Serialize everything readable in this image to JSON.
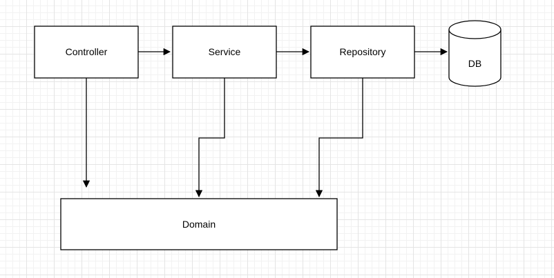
{
  "diagram": {
    "nodes": {
      "controller": "Controller",
      "service": "Service",
      "repository": "Repository",
      "db": "DB",
      "domain": "Domain"
    },
    "edges": [
      {
        "from": "Controller",
        "to": "Service"
      },
      {
        "from": "Service",
        "to": "Repository"
      },
      {
        "from": "Repository",
        "to": "DB"
      },
      {
        "from": "Controller",
        "to": "Domain"
      },
      {
        "from": "Service",
        "to": "Domain"
      },
      {
        "from": "Repository",
        "to": "Domain"
      }
    ],
    "stroke_color": "#000000",
    "fill_color": "#ffffff",
    "grid_color": "#e4e4e4"
  }
}
